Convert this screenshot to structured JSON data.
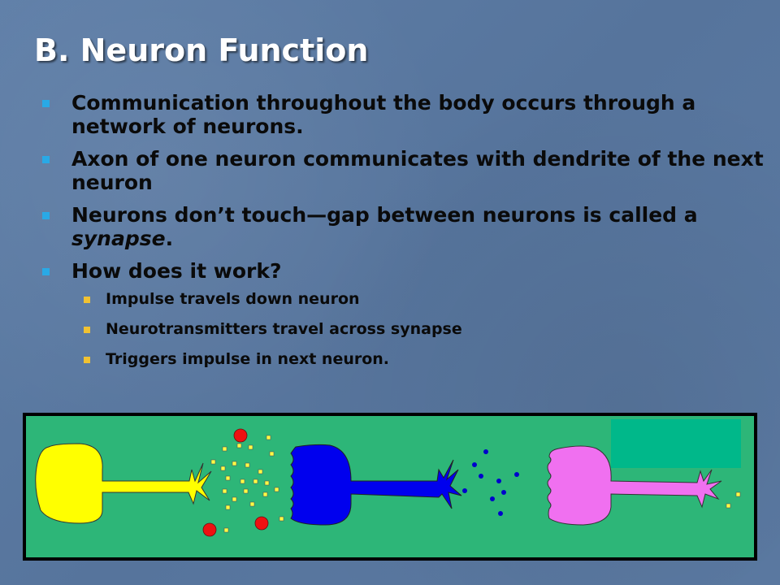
{
  "slide": {
    "title": "B.  Neuron Function",
    "bullets": [
      {
        "text": "Communication throughout the body occurs through a network of neurons."
      },
      {
        "text": "Axon of one neuron communicates with dendrite of the next neuron"
      },
      {
        "text_before": "Neurons don’t touch—gap between neurons is called a ",
        "emphasis": "synapse",
        "text_after": "."
      },
      {
        "text": "How does it work?"
      }
    ],
    "sub_bullets": [
      "Impulse travels down neuron",
      "Neurotransmitters travel across synapse",
      "Triggers impulse in next neuron."
    ]
  },
  "colors": {
    "background": "#5a79a0",
    "title": "#ffffff",
    "bullet_marker": "#29a9e6",
    "sub_bullet_marker": "#f1c232",
    "diagram_background": "#2db678",
    "panel_teal": "#00b88a",
    "neuron_1": "#ffff00",
    "neuron_2": "#0000ee",
    "neuron_3": "#f070f0",
    "neurotransmitter_yellow": "#ffff44",
    "neurotransmitter_red": "#ee1111",
    "neurotransmitter_blue": "#0000cc"
  }
}
